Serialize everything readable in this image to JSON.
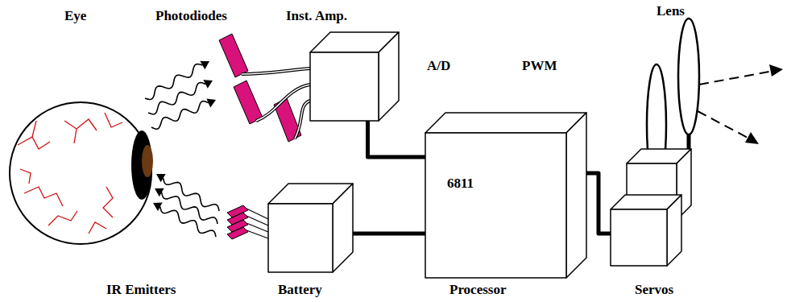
{
  "diagram": {
    "nodes": [
      {
        "text": [
          "Inst. Amp."
        ]
      },
      {
        "text": [
          "6811",
          "Processor"
        ]
      },
      {
        "text": [
          "Battery"
        ]
      },
      {
        "text": [
          "Servos"
        ]
      }
    ],
    "edges": [
      {
        "from": 0,
        "to": 1,
        "arrow": "none"
      },
      {
        "from": 2,
        "to": 1,
        "arrow": "none"
      },
      {
        "from": 1,
        "to": 3,
        "arrow": "none"
      }
    ],
    "labels": [
      "Eye",
      "Photodiodes",
      "Lens",
      "A/D",
      "PWM",
      "IR Emitters"
    ]
  }
}
